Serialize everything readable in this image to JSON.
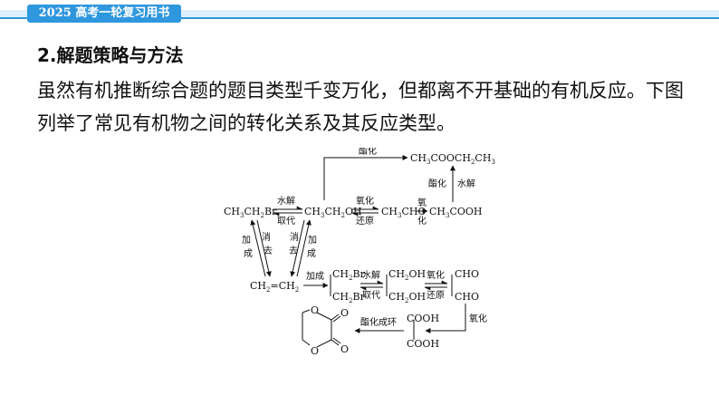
{
  "header": {
    "book_tag": "2025 高考一轮复习用书",
    "colors": {
      "accent": "#2f97de",
      "stripe": "#dbeefb"
    }
  },
  "section": {
    "title": "2.解题策略与方法",
    "paragraph": "虽然有机推断综合题的题目类型千变万化，但都离不开基础的有机反应。下图列举了常见有机物之间的转化关系及其反应类型。"
  },
  "diagram": {
    "compounds": {
      "ch3ch2br": [
        "CH",
        "3",
        "CH",
        "2",
        "Br"
      ],
      "ch3ch2oh": [
        "CH",
        "3",
        "CH",
        "2",
        "OH"
      ],
      "ch3cho": [
        "CH",
        "3",
        "CHO"
      ],
      "ch3cooh": [
        "CH",
        "3",
        "COOH"
      ],
      "ester": [
        "CH",
        "3",
        "COOCH",
        "2",
        "CH",
        "3"
      ],
      "ethene": [
        "CH",
        "2",
        "CH",
        "2"
      ],
      "dibromo_top": [
        "CH",
        "2",
        "Br"
      ],
      "dibromo_bot": [
        "CH",
        "2",
        "Br"
      ],
      "diol_top": [
        "CH",
        "2",
        "OH"
      ],
      "diol_bot": [
        "CH",
        "2",
        "OH"
      ],
      "dial_top": "CHO",
      "dial_bot": "CHO",
      "diacid_top": "COOH",
      "diacid_bot": "COOH",
      "cyclic_o": "O"
    },
    "labels": {
      "esterification": "酯化",
      "esterification_right": "酯化",
      "hydrolysis_right": "水解",
      "hydrolysis_1": "水解",
      "substitution_1": "取代",
      "oxidation_1": "氧化",
      "reduction_1": "还原",
      "oxidation_2a": "氧",
      "oxidation_2b": "化",
      "addition_left_1": "加",
      "addition_left_2": "成",
      "elim_left_1": "消",
      "elim_left_2": "去",
      "elim_right_1": "消",
      "elim_right_2": "去",
      "addition_right_1": "加",
      "addition_right_2": "成",
      "addition_br": "加成",
      "hydrolysis_2": "水解",
      "substitution_2": "取代",
      "oxidation_3": "氧化",
      "reduction_3": "还原",
      "oxidation_4": "氧化",
      "ester_cyclize": "酯化成环"
    }
  }
}
